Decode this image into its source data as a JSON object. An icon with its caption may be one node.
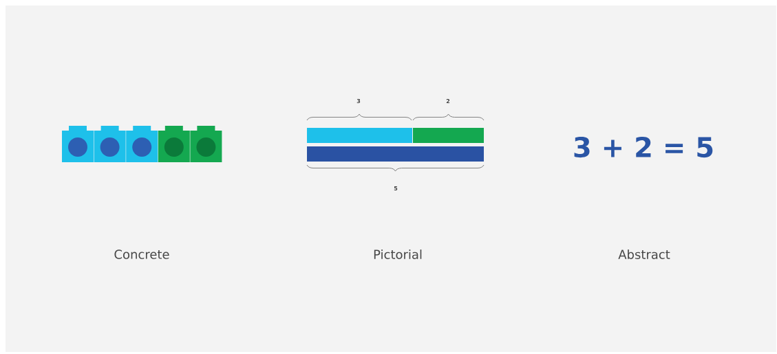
{
  "diagram": {
    "labels": [
      "3",
      "2",
      "5",
      "3 + 2 = 5",
      "Concrete",
      "Pictorial",
      "Abstract"
    ]
  }
}
